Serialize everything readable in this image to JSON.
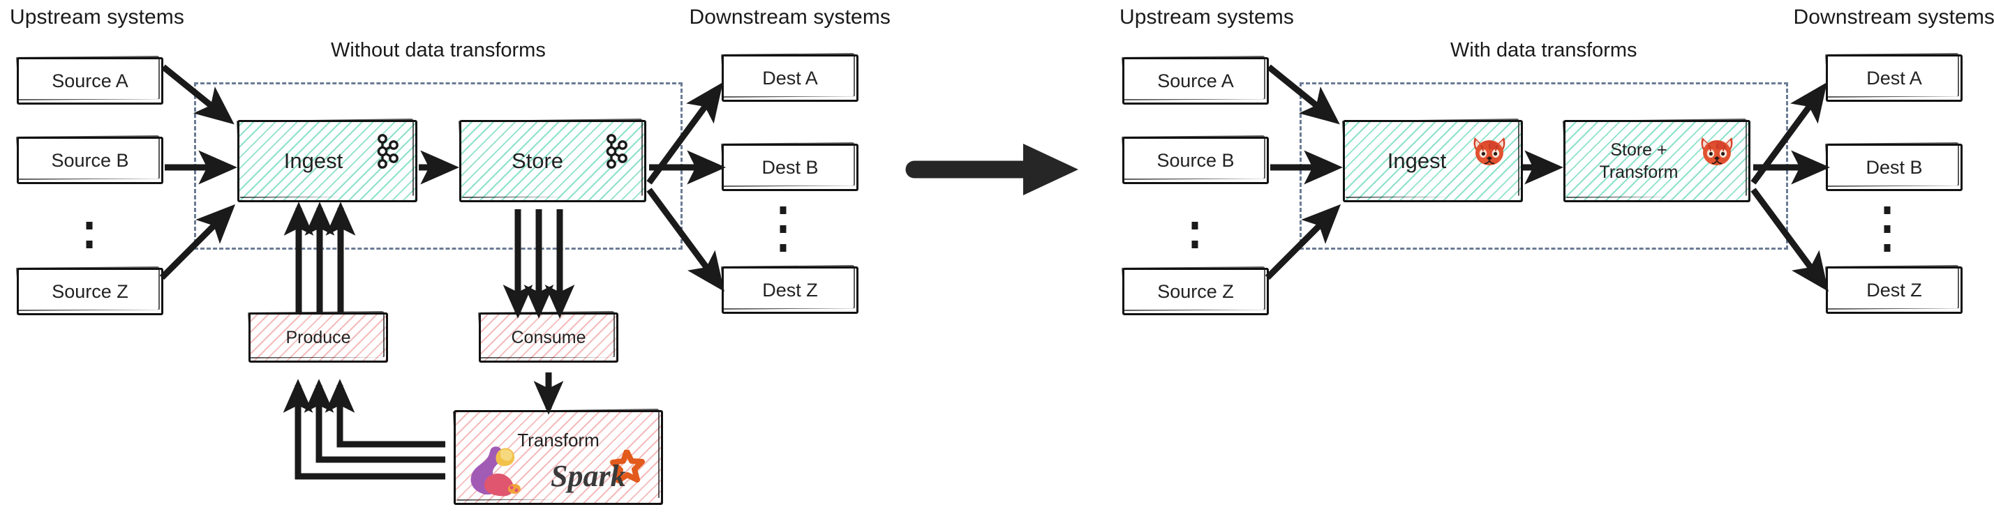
{
  "diagram": {
    "title_left": "Without data transforms",
    "title_right": "With data transforms",
    "column_labels": {
      "upstream": "Upstream systems",
      "downstream": "Downstream systems"
    },
    "transition_arrow": "big-right-arrow"
  },
  "left_panel": {
    "title": "Without data transforms",
    "upstream_label": "Upstream systems",
    "downstream_label": "Downstream systems",
    "sources": [
      {
        "label": "Source A"
      },
      {
        "label": "Source B"
      },
      {
        "label": "Source Z"
      }
    ],
    "sources_ellipsis": "vertical-dotted-line",
    "destinations": [
      {
        "label": "Dest A"
      },
      {
        "label": "Dest B"
      },
      {
        "label": "Dest Z"
      }
    ],
    "destinations_ellipsis": "vertical-dotted-line",
    "platform_boxes": [
      {
        "label": "Ingest",
        "icon": "apache-kafka-icon",
        "fill": "teal-hatch"
      },
      {
        "label": "Store",
        "icon": "apache-kafka-icon",
        "fill": "teal-hatch"
      }
    ],
    "external_boxes": [
      {
        "label": "Produce",
        "fill": "pink-hatch",
        "icons": []
      },
      {
        "label": "Consume",
        "fill": "pink-hatch",
        "icons": []
      },
      {
        "label": "Transform",
        "fill": "pink-hatch",
        "icons": [
          "apache-flink-icon",
          "apache-spark-icon"
        ]
      }
    ]
  },
  "right_panel": {
    "title": "With data transforms",
    "upstream_label": "Upstream systems",
    "downstream_label": "Downstream systems",
    "sources": [
      {
        "label": "Source A"
      },
      {
        "label": "Source B"
      },
      {
        "label": "Source Z"
      }
    ],
    "sources_ellipsis": "vertical-dotted-line",
    "destinations": [
      {
        "label": "Dest A"
      },
      {
        "label": "Dest B"
      },
      {
        "label": "Dest Z"
      }
    ],
    "destinations_ellipsis": "vertical-dotted-line",
    "platform_boxes": [
      {
        "label": "Ingest",
        "icon": "redpanda-icon",
        "fill": "teal-hatch"
      },
      {
        "label": "Store +\nTransform",
        "label_line1": "Store +",
        "label_line2": "Transform",
        "icon": "redpanda-icon",
        "fill": "teal-hatch"
      }
    ],
    "external_boxes": []
  },
  "colors": {
    "teal_hatch": "#2fc99e",
    "pink_hatch": "#e97878",
    "dashed_boundary": "#6b7b95",
    "stroke": "#111111",
    "text": "#1a1a1a",
    "spark_orange": "#e25a1c",
    "redpanda_red": "#d6422b",
    "background": "#ffffff"
  }
}
